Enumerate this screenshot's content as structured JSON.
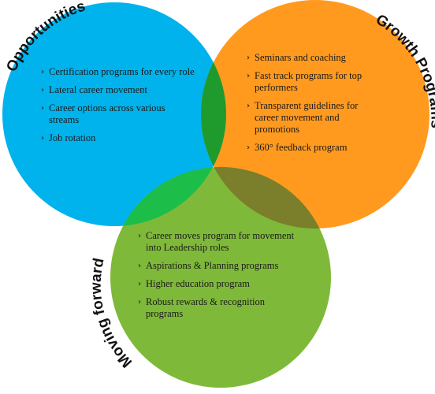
{
  "colors": {
    "opportunities": "#00b3ec",
    "growth": "#ff9a1f",
    "moving": "#7fb93a",
    "overlap_opp_growth": "#1f9a2c",
    "overlap_opp_moving": "#1cbe49",
    "overlap_growth_moving": "#7b7e2a",
    "overlap_all": "#278a34"
  },
  "circles": {
    "opportunities": {
      "title": "Opportunities",
      "items": [
        "Certification programs for every role",
        "Lateral career movement",
        "Career options across various streams",
        "Job rotation"
      ]
    },
    "growth": {
      "title": "Growth Programs",
      "items": [
        "Seminars and coaching",
        "Fast track programs for top performers",
        "Transparent guidelines for career movement and promotions",
        "360° feedback program"
      ]
    },
    "moving": {
      "title": "Moving forward",
      "items": [
        "Career moves program for movement into Leadership roles",
        "Aspirations & Planning programs",
        "Higher education program",
        "Robust rewards & recognition programs"
      ]
    }
  }
}
